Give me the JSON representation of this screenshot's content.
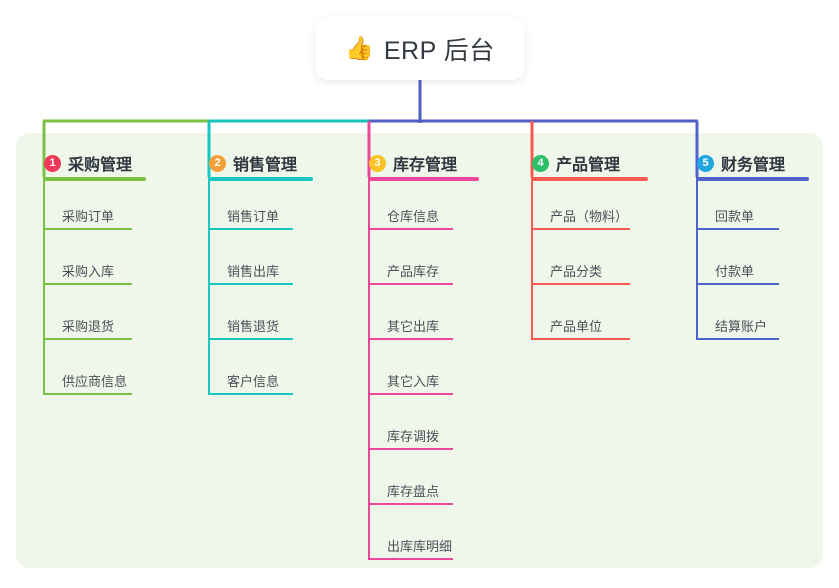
{
  "root": {
    "icon": "thumbs-up-icon",
    "emoji": "👍",
    "title": "ERP 后台"
  },
  "colors": {
    "panel_bg": "#eef7e9",
    "root_stem": "#4f5fc4",
    "bus_left_green": "#7ac143",
    "bus_mid_teal": "#15c1bb",
    "bus_right_indigo": "#4f5fc4",
    "col1": "#7ac143",
    "col2": "#16c6c0",
    "col3": "#ec4899",
    "col4": "#fb5a50",
    "col5": "#4f63cd",
    "badge1": "#f2385a",
    "badge2": "#f59f3b",
    "badge3": "#f7c325",
    "badge4": "#2bbf6a",
    "badge5": "#22a6e0"
  },
  "columns": [
    {
      "index": "1",
      "title": "采购管理",
      "badge_color": "#f2385a",
      "line_color": "#7ac143",
      "items": [
        "采购订单",
        "采购入库",
        "采购退货",
        "供应商信息"
      ]
    },
    {
      "index": "2",
      "title": "销售管理",
      "badge_color": "#f59f3b",
      "line_color": "#16c6c0",
      "items": [
        "销售订单",
        "销售出库",
        "销售退货",
        "客户信息"
      ]
    },
    {
      "index": "3",
      "title": "库存管理",
      "badge_color": "#f7c325",
      "line_color": "#ec4899",
      "items": [
        "仓库信息",
        "产品库存",
        "其它出库",
        "其它入库",
        "库存调拨",
        "库存盘点",
        "出库库明细"
      ]
    },
    {
      "index": "4",
      "title": "产品管理",
      "badge_color": "#2bbf6a",
      "line_color": "#fb5a50",
      "items": [
        "产品（物料）",
        "产品分类",
        "产品单位"
      ]
    },
    {
      "index": "5",
      "title": "财务管理",
      "badge_color": "#22a6e0",
      "line_color": "#4f63cd",
      "items": [
        "回款单",
        "付款单",
        "结算账户"
      ]
    }
  ]
}
